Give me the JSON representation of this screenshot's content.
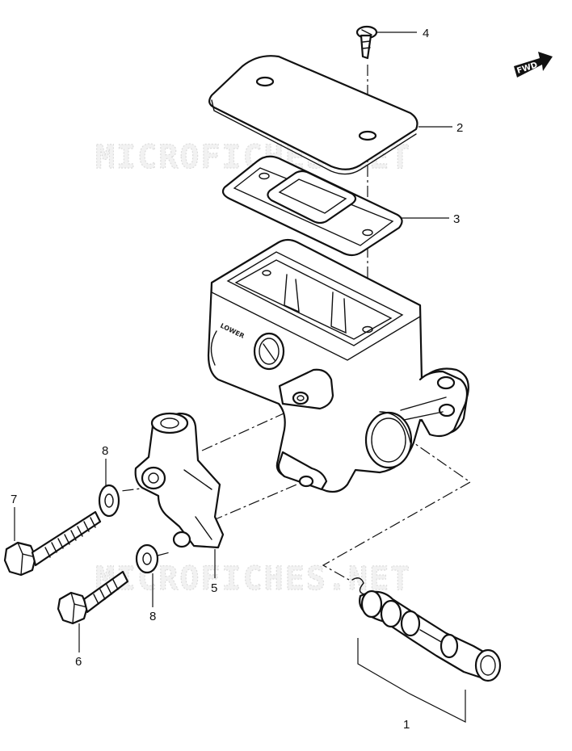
{
  "watermarks": [
    "MICROFICHES.NET",
    "MICROFICHES.NET"
  ],
  "direction_badge": {
    "label": "FWD",
    "icon": "arrow-right-icon"
  },
  "body_embossing": {
    "label": "LOWER"
  },
  "callouts": [
    {
      "key": "cover_screw",
      "label": "4"
    },
    {
      "key": "reservoir_cap",
      "label": "2"
    },
    {
      "key": "diaphragm",
      "label": "3"
    },
    {
      "key": "lever_bolt",
      "label": "7"
    },
    {
      "key": "washer_upper",
      "label": "8"
    },
    {
      "key": "lever_holder",
      "label": "5"
    },
    {
      "key": "washer_lower",
      "label": "8"
    },
    {
      "key": "holder_bolt",
      "label": "6"
    },
    {
      "key": "piston_set",
      "label": "1"
    }
  ],
  "colors": {
    "line": "#111111",
    "background": "#ffffff",
    "watermark": "#dcdcdc"
  }
}
